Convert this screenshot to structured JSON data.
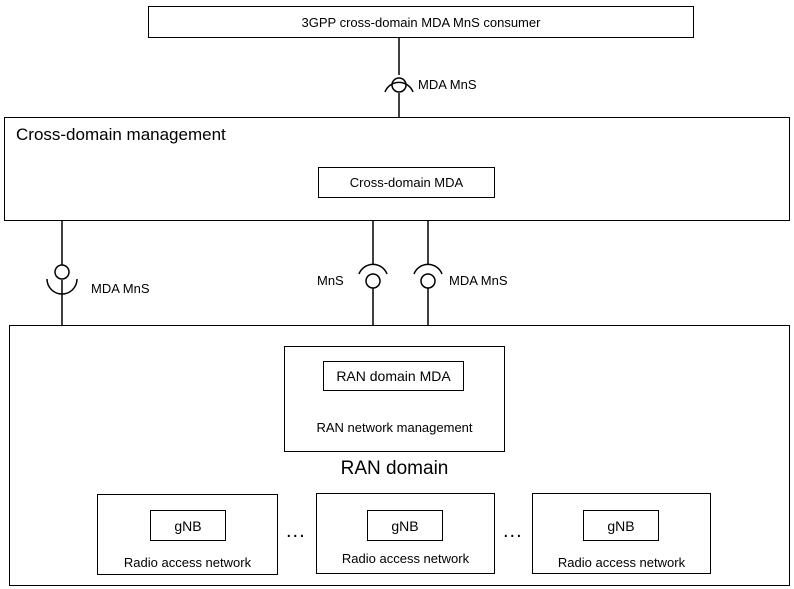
{
  "consumer": {
    "label": "3GPP cross-domain MDA MnS consumer"
  },
  "cross_domain": {
    "title": "Cross-domain management",
    "mda_label": "Cross-domain MDA"
  },
  "interfaces": {
    "top_mda_mns": "MDA MnS",
    "left_mda_mns": "MDA MnS",
    "mns": "MnS",
    "right_mda_mns": "MDA MnS"
  },
  "ran_domain": {
    "title": "RAN domain",
    "mgmt": {
      "mda_label": "RAN domain MDA",
      "label": "RAN network management"
    },
    "networks": [
      {
        "node": "gNB",
        "label": "Radio access network"
      },
      {
        "node": "gNB",
        "label": "Radio access network"
      },
      {
        "node": "gNB",
        "label": "Radio access network"
      }
    ],
    "ellipsis": "..."
  }
}
